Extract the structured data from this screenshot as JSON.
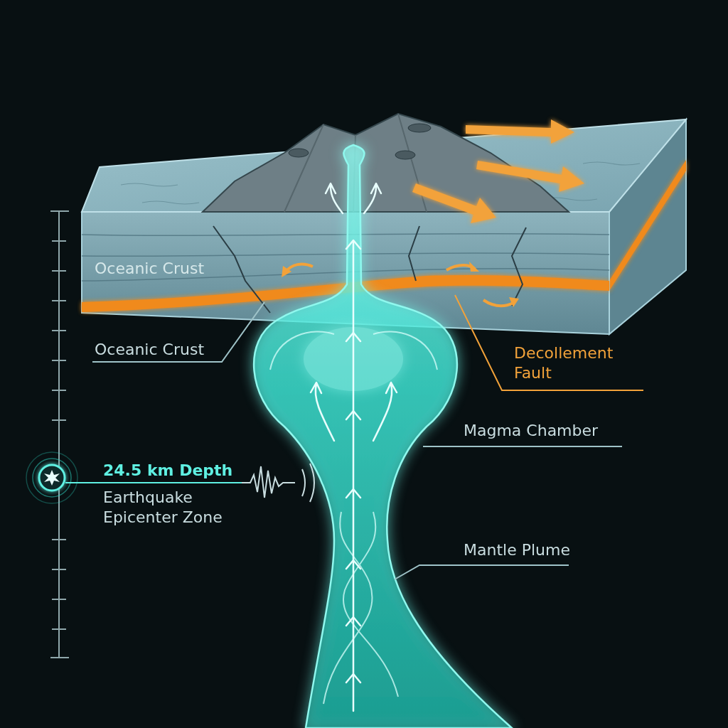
{
  "diagram": {
    "labels": [
      "Oceanic Crust",
      "Oceanic Crust",
      "Decollement Fault",
      "Magma Chamber",
      "24.5 km Depth",
      "Earthquake Epicenter Zone",
      "Mantle Plume"
    ]
  }
}
